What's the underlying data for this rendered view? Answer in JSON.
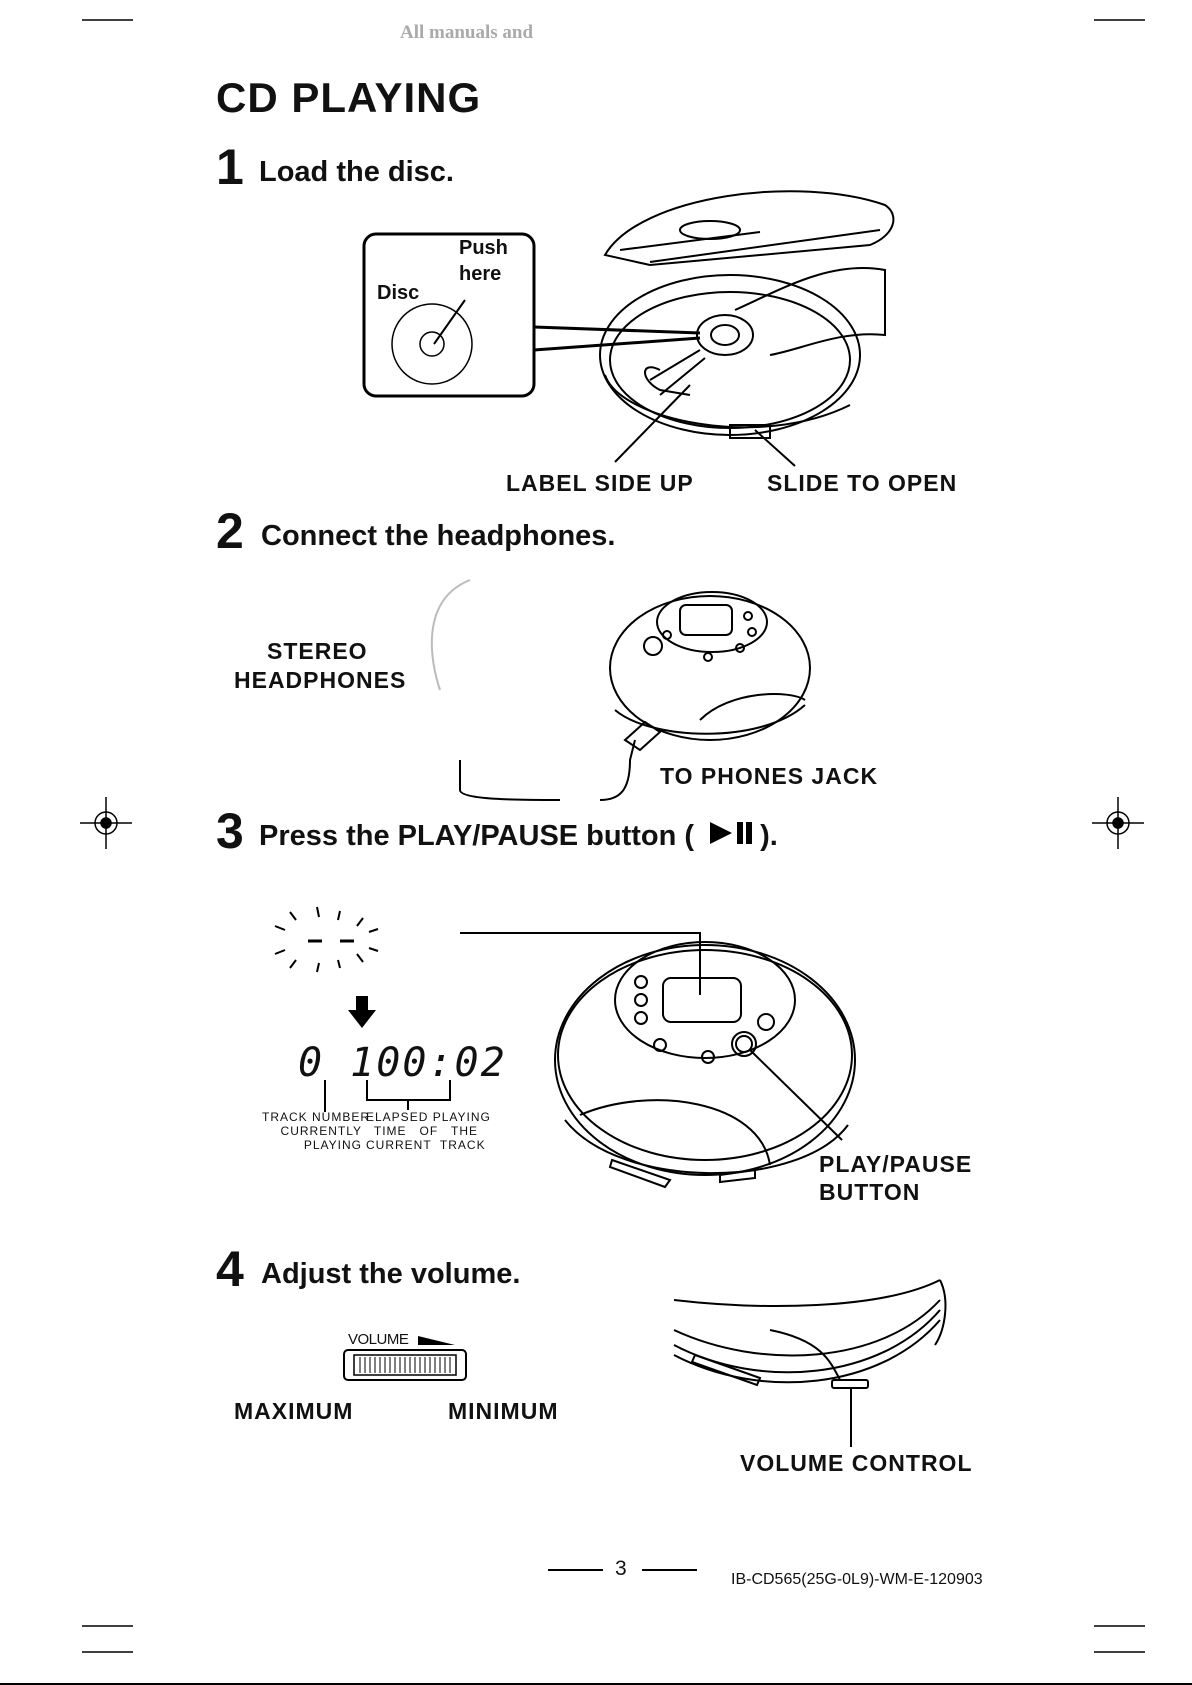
{
  "watermark": "All manuals and",
  "page_title": "CD PLAYING",
  "steps": [
    {
      "number": "1",
      "title": "Load the disc."
    },
    {
      "number": "2",
      "title": "Connect the headphones."
    },
    {
      "number": "3",
      "title": "Press the PLAY/PAUSE button (",
      "title_end": ")."
    },
    {
      "number": "4",
      "title": "Adjust the volume."
    }
  ],
  "step1": {
    "inset_push": "Push",
    "inset_here": "here",
    "inset_disc": "Disc",
    "label_side_up": "LABEL SIDE UP",
    "slide_to_open": "SLIDE TO OPEN"
  },
  "step2": {
    "stereo": "STEREO",
    "headphones": "HEADPHONES",
    "to_phones_jack": "TO PHONES JACK"
  },
  "step3": {
    "display_readout": "0 100:02",
    "track_number": [
      "TRACK NUMBER",
      "CURRENTLY",
      "PLAYING"
    ],
    "elapsed": [
      "ELAPSED PLAYING",
      "TIME   OF   THE",
      "CURRENT  TRACK"
    ],
    "play_pause": "PLAY/PAUSE",
    "button": "BUTTON"
  },
  "step4": {
    "volume": "VOLUME",
    "maximum": "MAXIMUM",
    "minimum": "MINIMUM",
    "volume_control": "VOLUME CONTROL"
  },
  "footer": {
    "page_number": "3",
    "doc_code": "IB-CD565(25G-0L9)-WM-E-120903"
  }
}
